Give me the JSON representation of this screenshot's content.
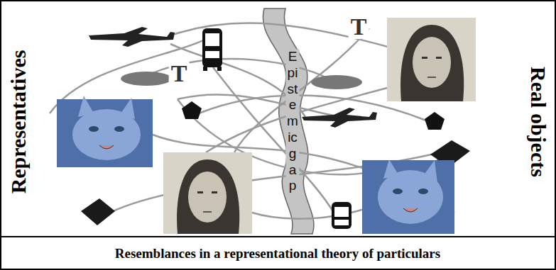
{
  "diagram": {
    "caption": "Resemblances in a representational theory of particulars",
    "labels": [
      "Representatives",
      "Real objects",
      "T",
      "T",
      "Epistemic gap"
    ]
  }
}
